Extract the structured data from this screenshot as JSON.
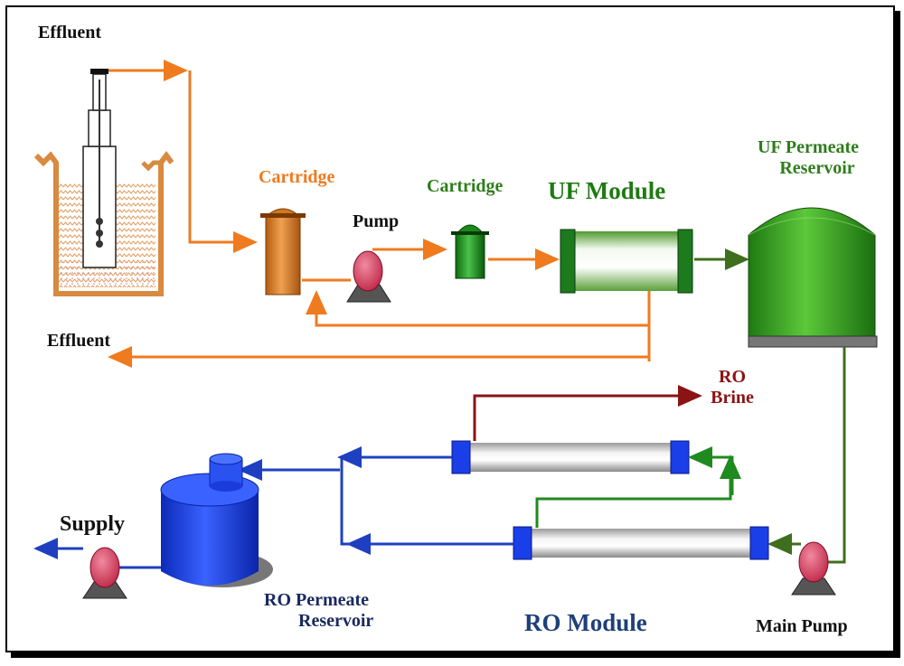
{
  "labels": {
    "effluent_top": "Effluent",
    "effluent_left": "Effluent",
    "cartridge_1": "Cartridge",
    "cartridge_2": "Cartridge",
    "pump": "Pump",
    "uf_module": "UF Module",
    "uf_permeate_line1": "UF Permeate",
    "uf_permeate_line2": "Reservoir",
    "ro_brine_line1": "RO",
    "ro_brine_line2": "Brine",
    "supply": "Supply",
    "ro_permeate_line1": "RO Permeate",
    "ro_permeate_line2": "Reservoir",
    "ro_module": "RO Module",
    "main_pump": "Main Pump"
  },
  "colors": {
    "orange_line": "#f07a1e",
    "green_line": "#3f6e1c",
    "bright_green_line": "#1f8a1f",
    "blue_line": "#1e40c0",
    "maroon_line": "#8a1414",
    "pump_red": "#d84a6a",
    "cartridge_orange": "#e0872a",
    "cartridge_green": "#2a9a2a",
    "uf_reservoir_green": "#3aa22a",
    "ro_reservoir_blue": "#1b3fe0",
    "membrane_blue_cap": "#1a3fe8",
    "membrane_green_cap": "#1a7a1a"
  }
}
